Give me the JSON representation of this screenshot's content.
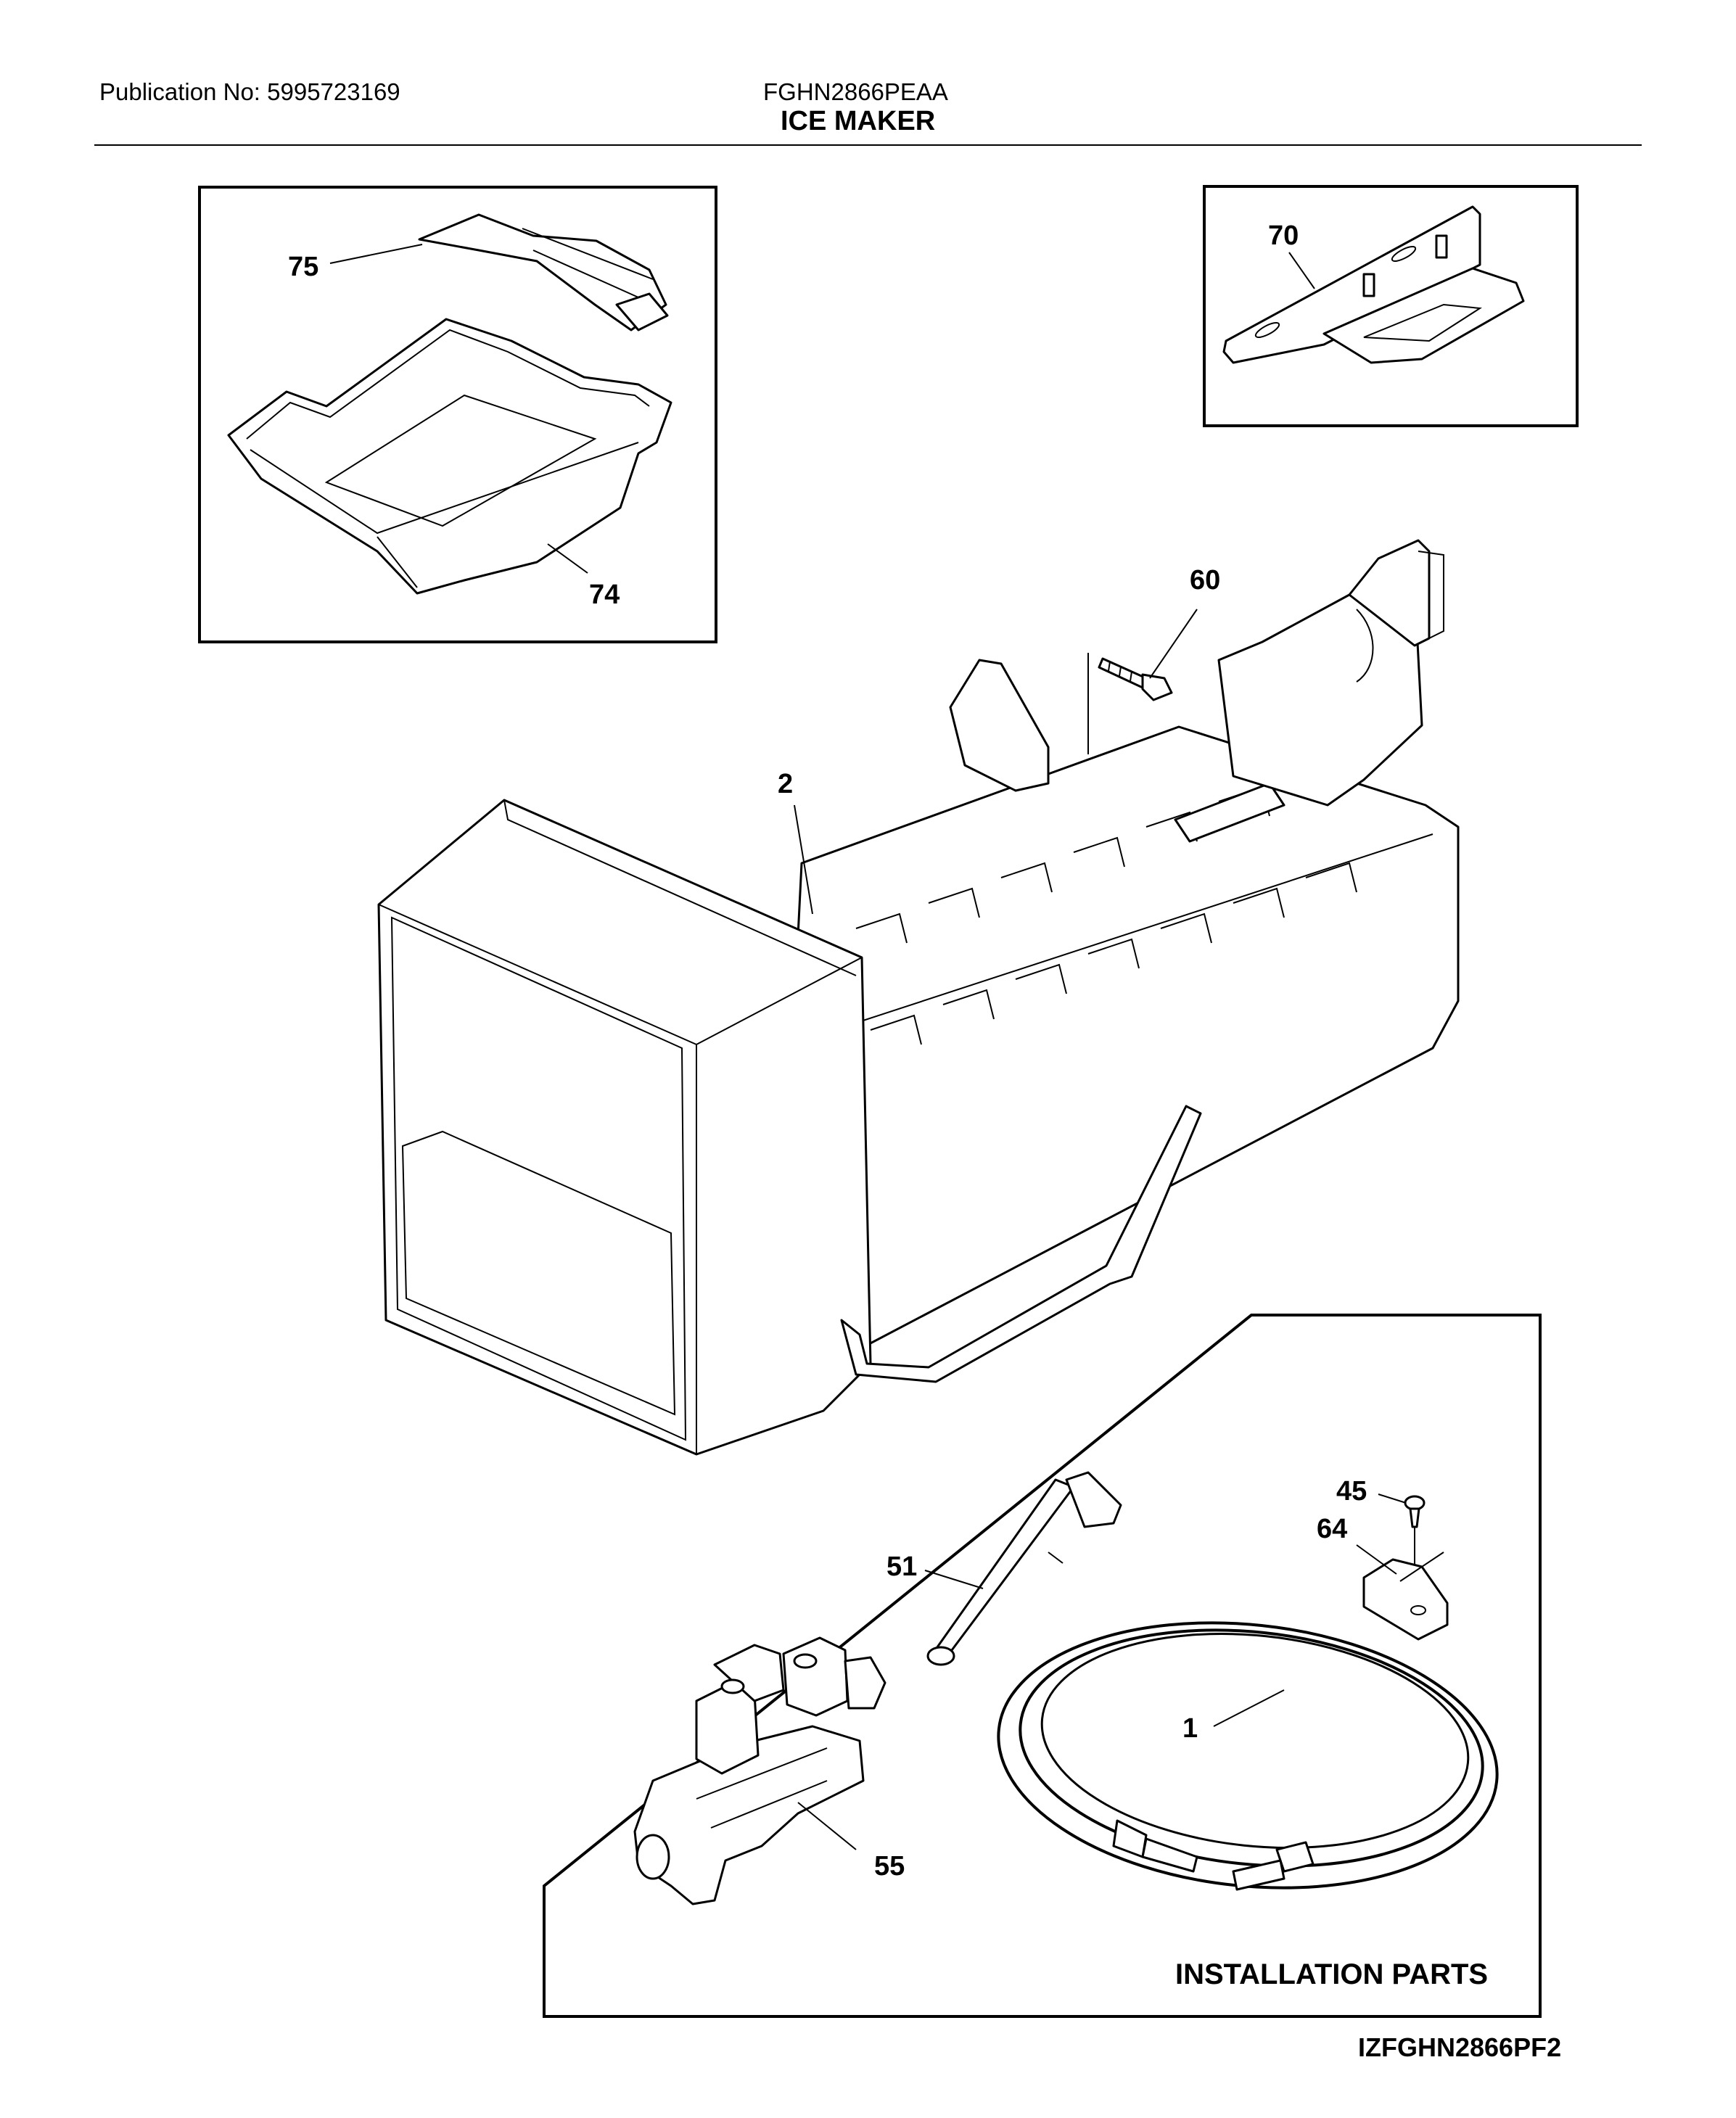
{
  "header": {
    "publication": "Publication No: 5995723169",
    "model": "FGHN2866PEAA",
    "title": "ICE MAKER"
  },
  "callouts": {
    "c75": "75",
    "c74": "74",
    "c70": "70",
    "c60": "60",
    "c2": "2",
    "c45": "45",
    "c64": "64",
    "c51": "51",
    "c1": "1",
    "c55": "55"
  },
  "installation_label": "INSTALLATION PARTS",
  "diagram_code": "IZFGHN2866PF2"
}
